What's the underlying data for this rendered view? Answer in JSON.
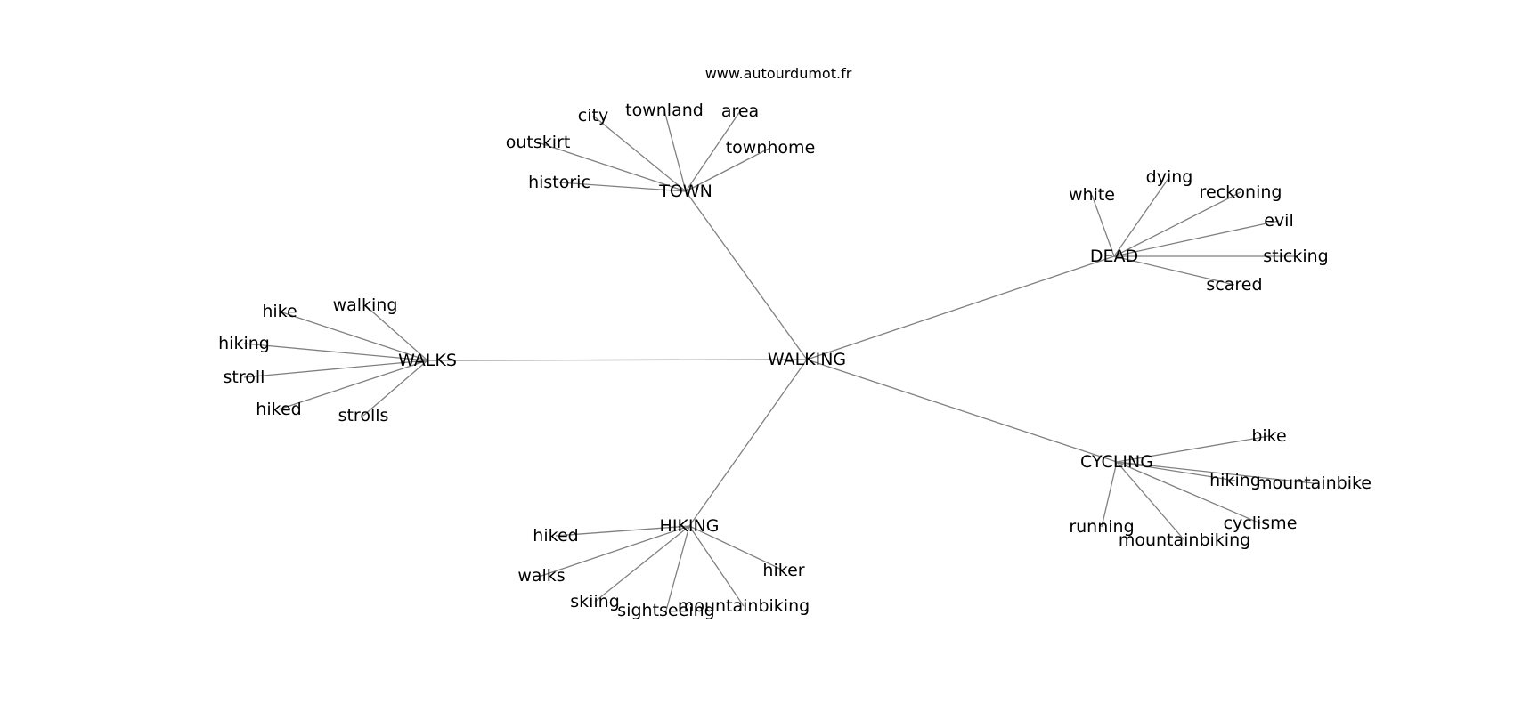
{
  "site": "www.autourdumot.fr",
  "center": "WALKING",
  "clusters": [
    {
      "hub": "TOWN",
      "words": [
        "historic",
        "outskirt",
        "city",
        "townland",
        "area",
        "townhome"
      ]
    },
    {
      "hub": "DEAD",
      "words": [
        "white",
        "dying",
        "reckoning",
        "evil",
        "sticking",
        "scared"
      ]
    },
    {
      "hub": "WALKS",
      "words": [
        "hike",
        "walking",
        "hiking",
        "stroll",
        "hiked",
        "strolls"
      ]
    },
    {
      "hub": "CYCLING",
      "words": [
        "bike",
        "hiking",
        "mountainbike",
        "cyclisme",
        "mountainbiking",
        "running"
      ]
    },
    {
      "hub": "HIKING",
      "words": [
        "hiked",
        "walks",
        "skiing",
        "sightseeing",
        "mountainbiking",
        "hiker"
      ]
    }
  ]
}
